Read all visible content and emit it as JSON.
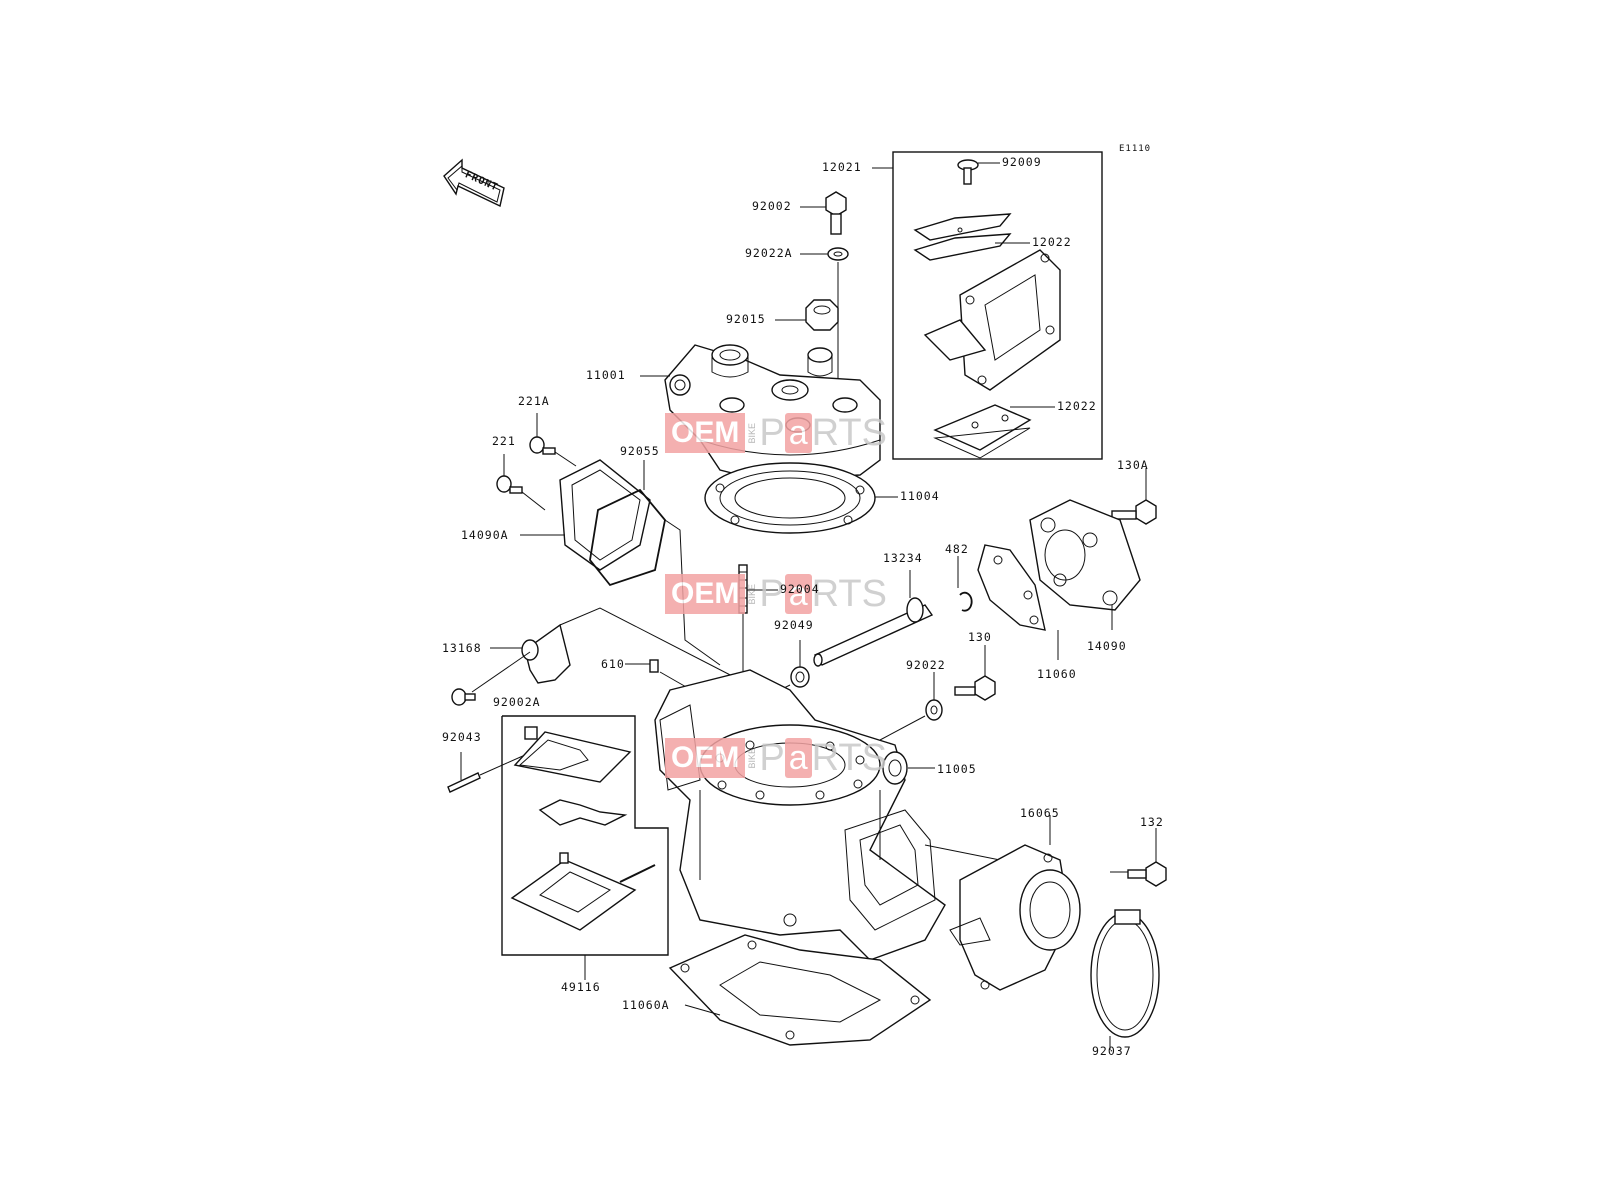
{
  "diagram": {
    "figure_code": "E1110",
    "front_label": "FRONT",
    "parts": {
      "p12021": "12021",
      "p92009": "92009",
      "p12022a": "12022",
      "p12022b": "12022",
      "p92002": "92002",
      "p92022A": "92022A",
      "p92015": "92015",
      "p11001": "11001",
      "p221A": "221A",
      "p221": "221",
      "p92055": "92055",
      "p14090A": "14090A",
      "p11004": "11004",
      "p130A": "130A",
      "p13234": "13234",
      "p482": "482",
      "p92004": "92004",
      "p92049": "92049",
      "p13168": "13168",
      "p610": "610",
      "p14090": "14090",
      "p11060": "11060",
      "p130": "130",
      "p92022": "92022",
      "p92002A": "92002A",
      "p92043": "92043",
      "p11005": "11005",
      "p16065": "16065",
      "p132": "132",
      "p49116": "49116",
      "p11060A": "11060A",
      "p92037": "92037"
    },
    "watermark": {
      "oem": "OEM",
      "bike": "BIKE",
      "p": "P",
      "a": "a",
      "rts": "RTS"
    }
  }
}
